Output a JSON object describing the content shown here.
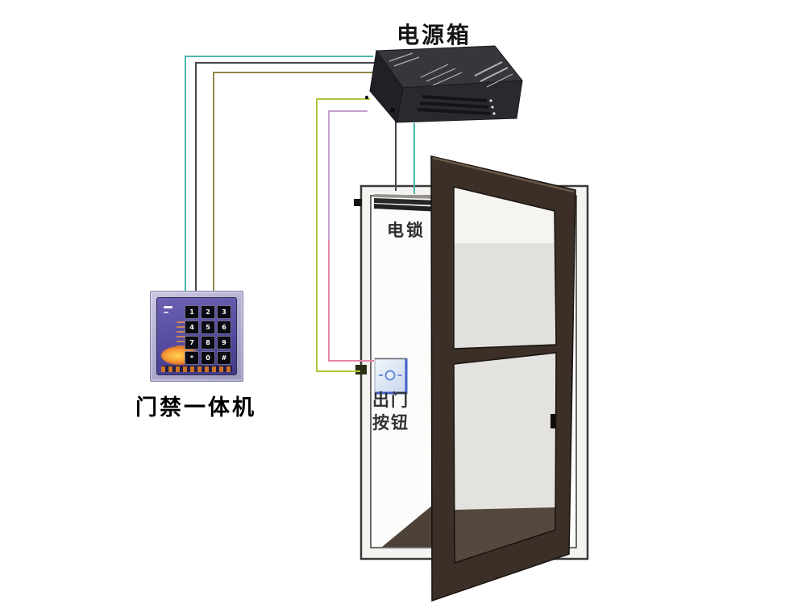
{
  "labels": {
    "power_box": "电源箱",
    "access_keypad": "门禁一体机",
    "electric_lock": "电锁",
    "exit_button": [
      "出门",
      "按钮"
    ]
  },
  "keypad": {
    "keys": [
      "1",
      "2",
      "3",
      "4",
      "5",
      "6",
      "7",
      "8",
      "9",
      "*",
      "0",
      "#"
    ]
  },
  "colors": {
    "wire_teal": "#4ab6b0",
    "wire_dark": "#45444e",
    "wire_olive": "#8f8743",
    "wire_green": "#a9c93a",
    "wire_violet": "#c79fd0",
    "wire_pink": "#e286a4",
    "door": "#3b2f28",
    "shadow_brown": "#55483e"
  }
}
